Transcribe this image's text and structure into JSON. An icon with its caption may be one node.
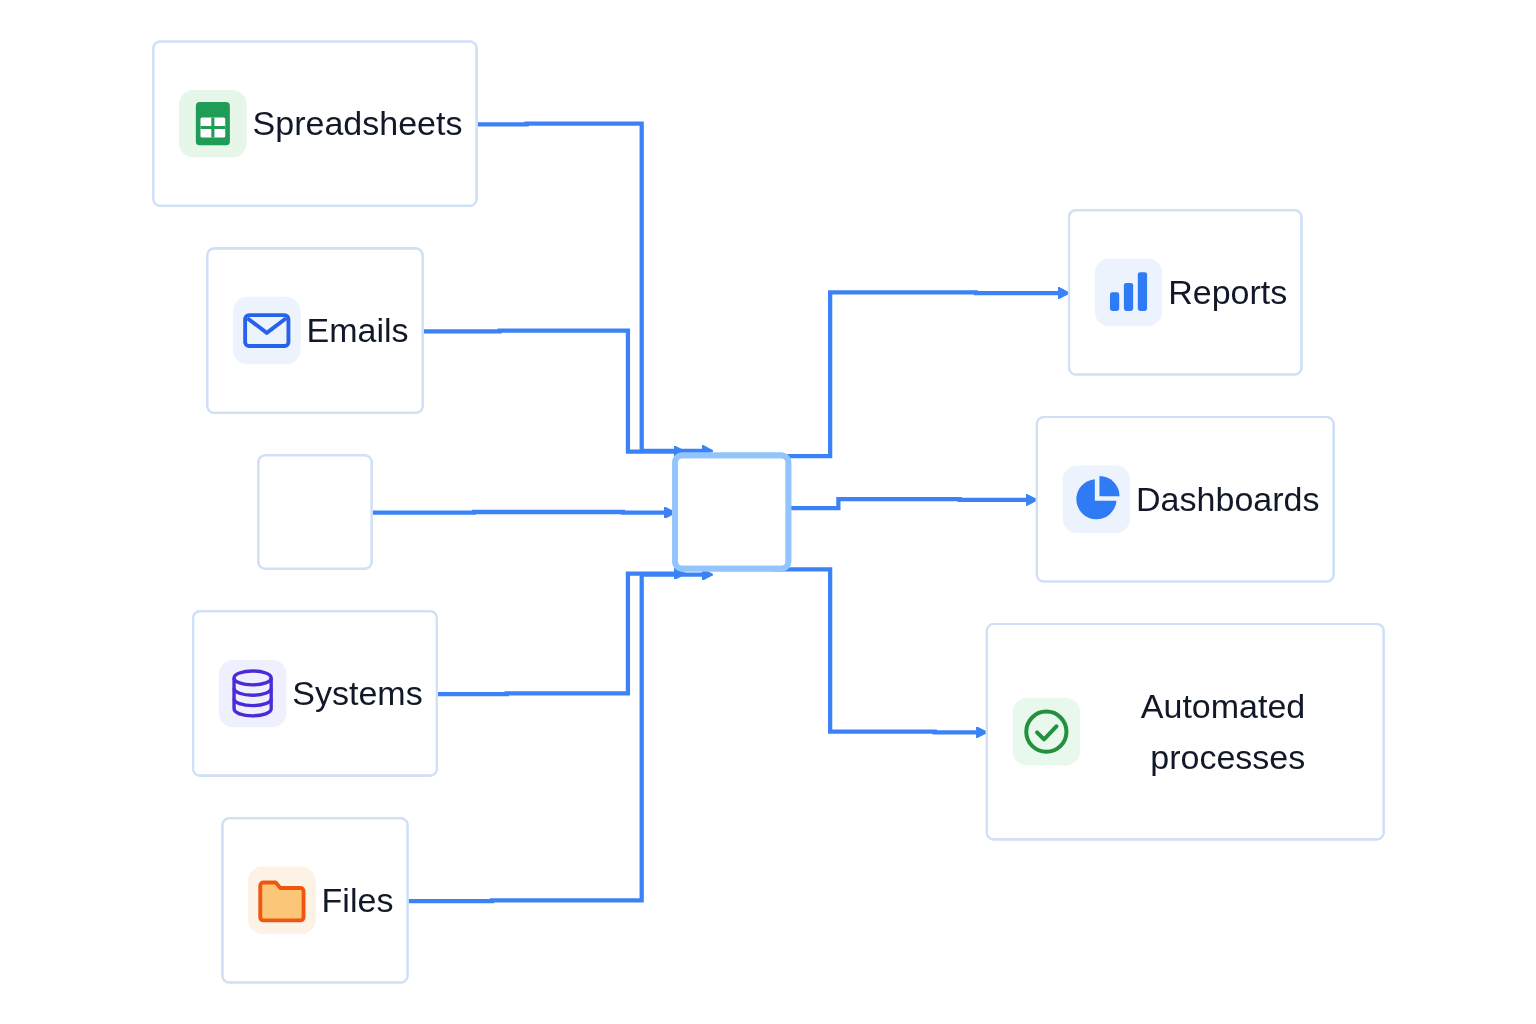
{
  "diagram": {
    "nodes": [
      {
        "text": [
          "Spreadsheets"
        ]
      },
      {
        "text": [
          "Emails"
        ]
      },
      {
        "text": [],
        "shape": "box"
      },
      {
        "text": [
          "Systems"
        ]
      },
      {
        "text": [
          "Files"
        ]
      },
      {
        "text": [],
        "shape": "box"
      },
      {
        "text": [
          "Reports"
        ]
      },
      {
        "text": [
          "Dashboards"
        ]
      },
      {
        "text": [
          "Automated processes"
        ]
      }
    ],
    "edges": [
      {
        "from": 0,
        "to": 5,
        "arrow": "to"
      },
      {
        "from": 1,
        "to": 5,
        "arrow": "to"
      },
      {
        "from": 2,
        "to": 5,
        "arrow": "to"
      },
      {
        "from": 3,
        "to": 5,
        "arrow": "to"
      },
      {
        "from": 4,
        "to": 5,
        "arrow": "to"
      },
      {
        "from": 5,
        "to": 6,
        "arrow": "to"
      },
      {
        "from": 5,
        "to": 7,
        "arrow": "to"
      },
      {
        "from": 5,
        "to": 8,
        "arrow": "to"
      }
    ]
  }
}
